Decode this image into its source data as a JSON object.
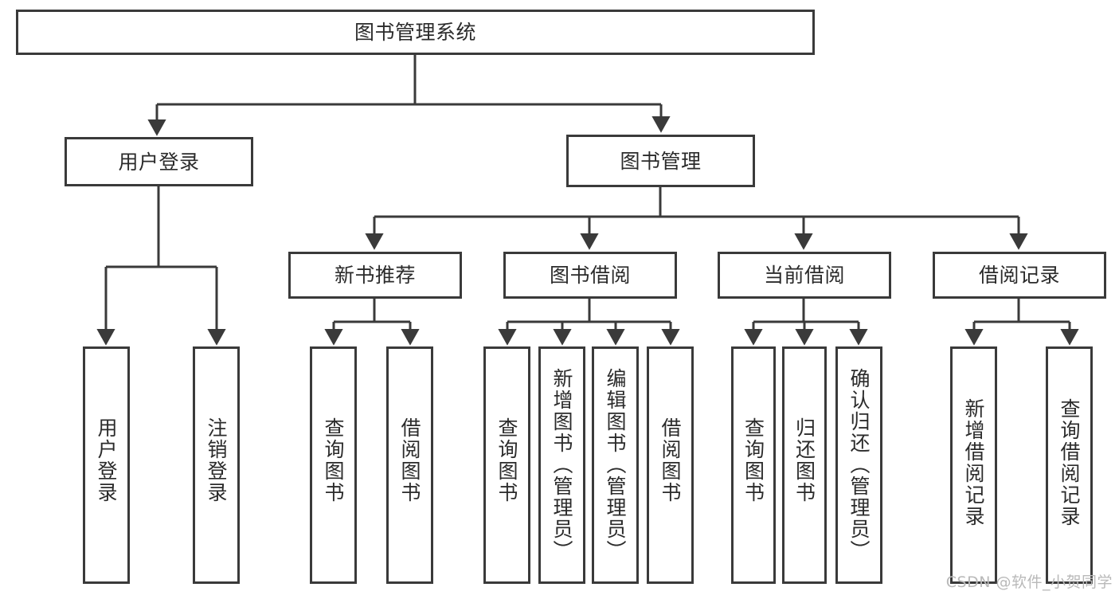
{
  "diagram": {
    "type": "tree-hierarchy",
    "title": "图书管理系统",
    "stroke_color": "#3a3a3a",
    "fill_color": "#ffffff",
    "text_color": "#2b2b2b"
  },
  "nodes": {
    "root": {
      "label": "图书管理系统",
      "level": 0
    },
    "level1": [
      {
        "id": "user-login",
        "label": "用户登录"
      },
      {
        "id": "book-management",
        "label": "图书管理"
      }
    ],
    "level2": [
      {
        "id": "new-book-recommend",
        "label": "新书推荐"
      },
      {
        "id": "book-borrow",
        "label": "图书借阅"
      },
      {
        "id": "current-borrow",
        "label": "当前借阅"
      },
      {
        "id": "borrow-record",
        "label": "借阅记录"
      }
    ],
    "leaves": {
      "user_login": [
        {
          "id": "leaf-user-login",
          "label": "用户登录"
        },
        {
          "id": "leaf-logout",
          "label": "注销登录"
        }
      ],
      "new_book_recommend": [
        {
          "id": "leaf-query-book-1",
          "label": "查询图书"
        },
        {
          "id": "leaf-borrow-book-1",
          "label": "借阅图书"
        }
      ],
      "book_borrow": [
        {
          "id": "leaf-query-book-2",
          "label": "查询图书"
        },
        {
          "id": "leaf-add-book",
          "label": "新增图书（管理员）"
        },
        {
          "id": "leaf-edit-book",
          "label": "编辑图书（管理员）"
        },
        {
          "id": "leaf-borrow-book-2",
          "label": "借阅图书"
        }
      ],
      "current_borrow": [
        {
          "id": "leaf-query-book-3",
          "label": "查询图书"
        },
        {
          "id": "leaf-return-book",
          "label": "归还图书"
        },
        {
          "id": "leaf-confirm-return",
          "label": "确认归还（管理员）"
        }
      ],
      "borrow_record": [
        {
          "id": "leaf-add-record",
          "label": "新增借阅记录"
        },
        {
          "id": "leaf-query-record",
          "label": "查询借阅记录"
        }
      ]
    }
  },
  "watermark": {
    "text": "CSDN @软件_小贺同学"
  }
}
